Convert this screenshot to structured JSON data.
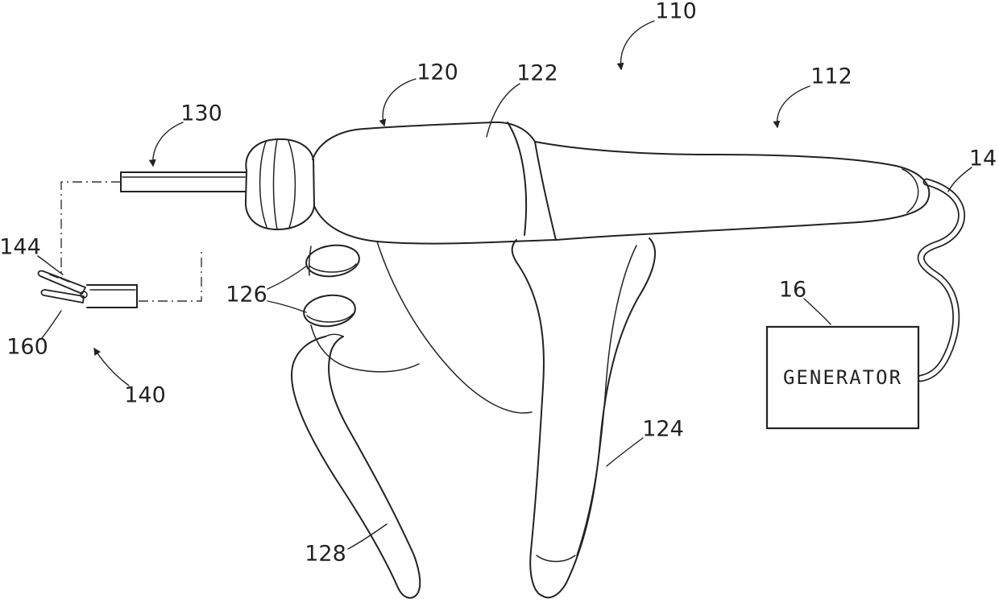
{
  "figure": {
    "refs": {
      "110": "110",
      "120": "120",
      "122": "122",
      "112": "112",
      "130": "130",
      "14": "14",
      "144": "144",
      "126": "126",
      "16": "16",
      "160": "160",
      "140": "140",
      "124": "124",
      "128": "128"
    },
    "generator": {
      "label": "GENERATOR"
    },
    "colors": {
      "line": "#222222",
      "background": "#ffffff"
    }
  }
}
